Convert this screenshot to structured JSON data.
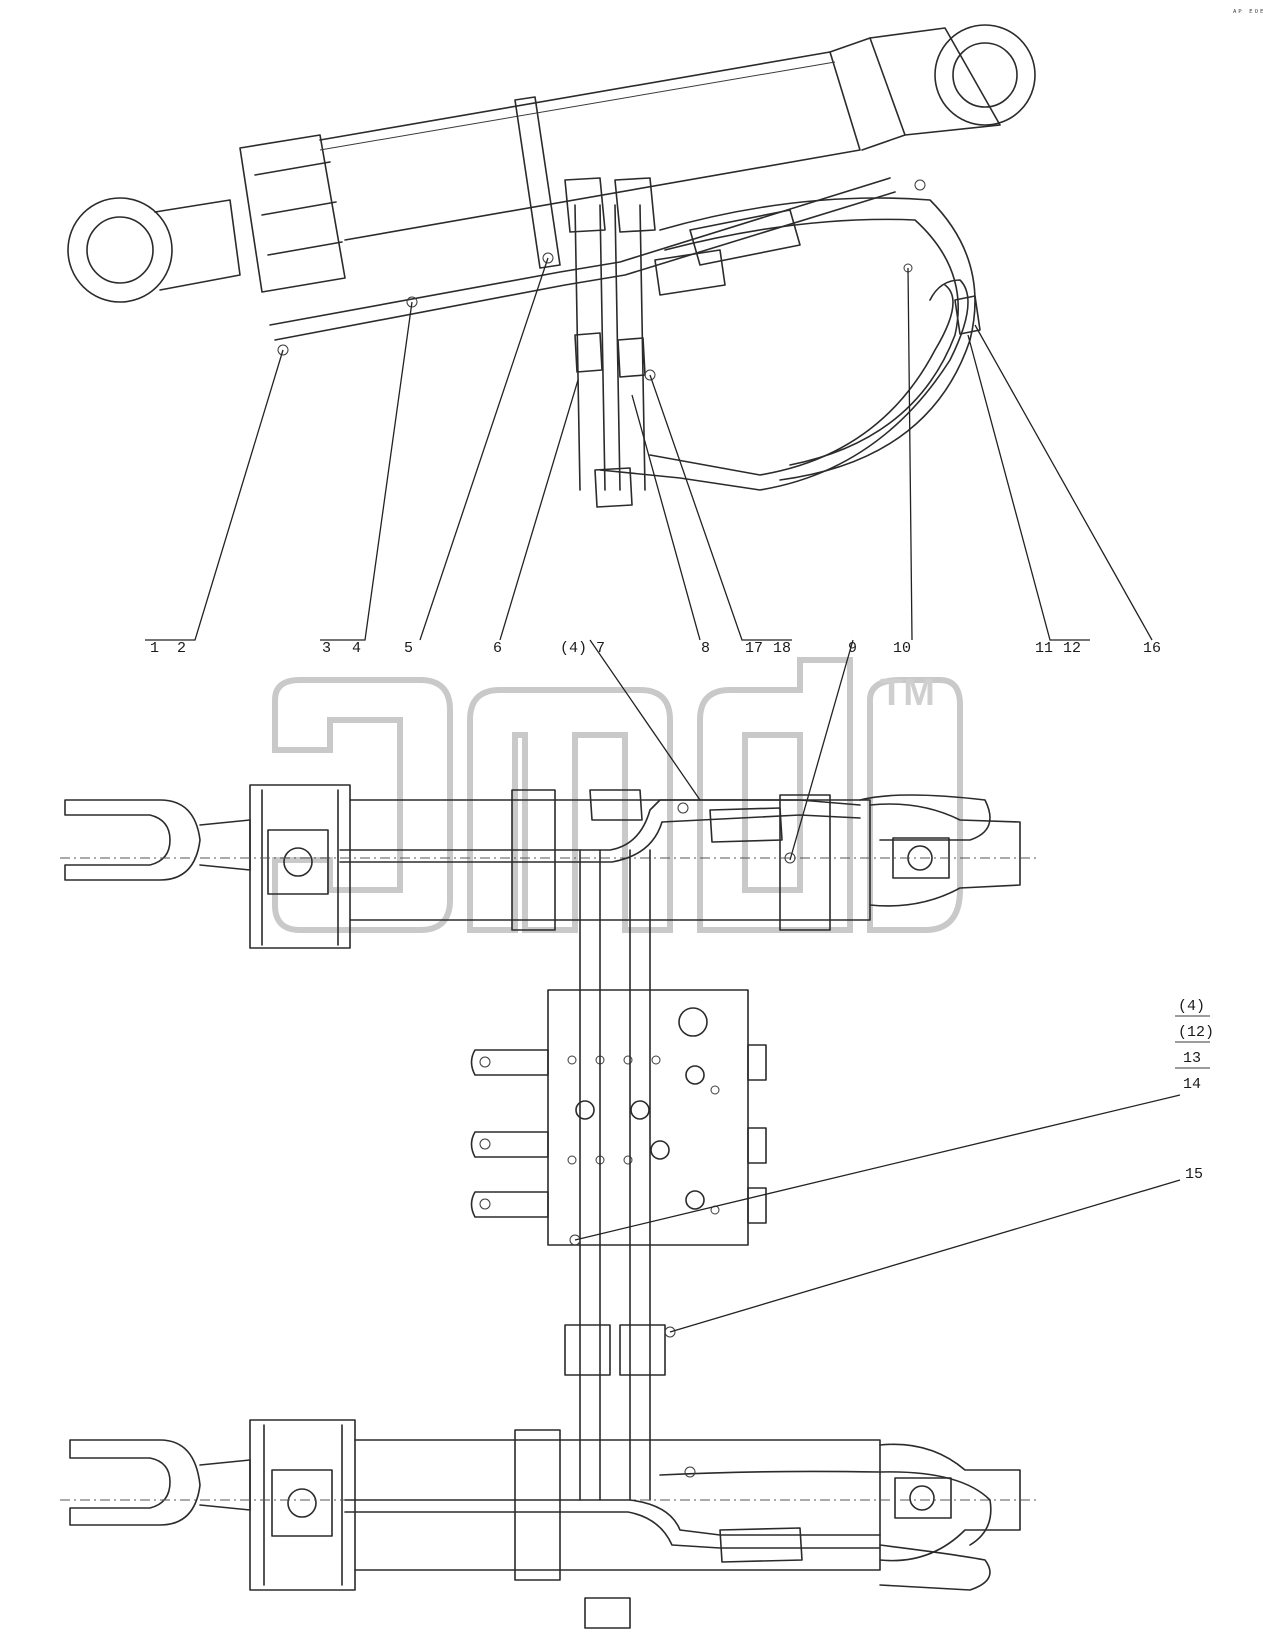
{
  "corner_mark": "ᴬᴾ ᴱᴼᴱ",
  "watermark_mark": "TM",
  "callouts": {
    "c1": "1",
    "c2": "2",
    "c3": "3",
    "c4": "4",
    "c5": "5",
    "c6": "6",
    "c4p": "(4)",
    "c7": "7",
    "c8": "8",
    "c17": "17",
    "c18": "18",
    "c9": "9",
    "c10": "10",
    "c11": "11",
    "c12": "12",
    "c16": "16",
    "c15": "15"
  },
  "callout_stack": [
    "(4)",
    "(12)",
    "13",
    "14"
  ]
}
